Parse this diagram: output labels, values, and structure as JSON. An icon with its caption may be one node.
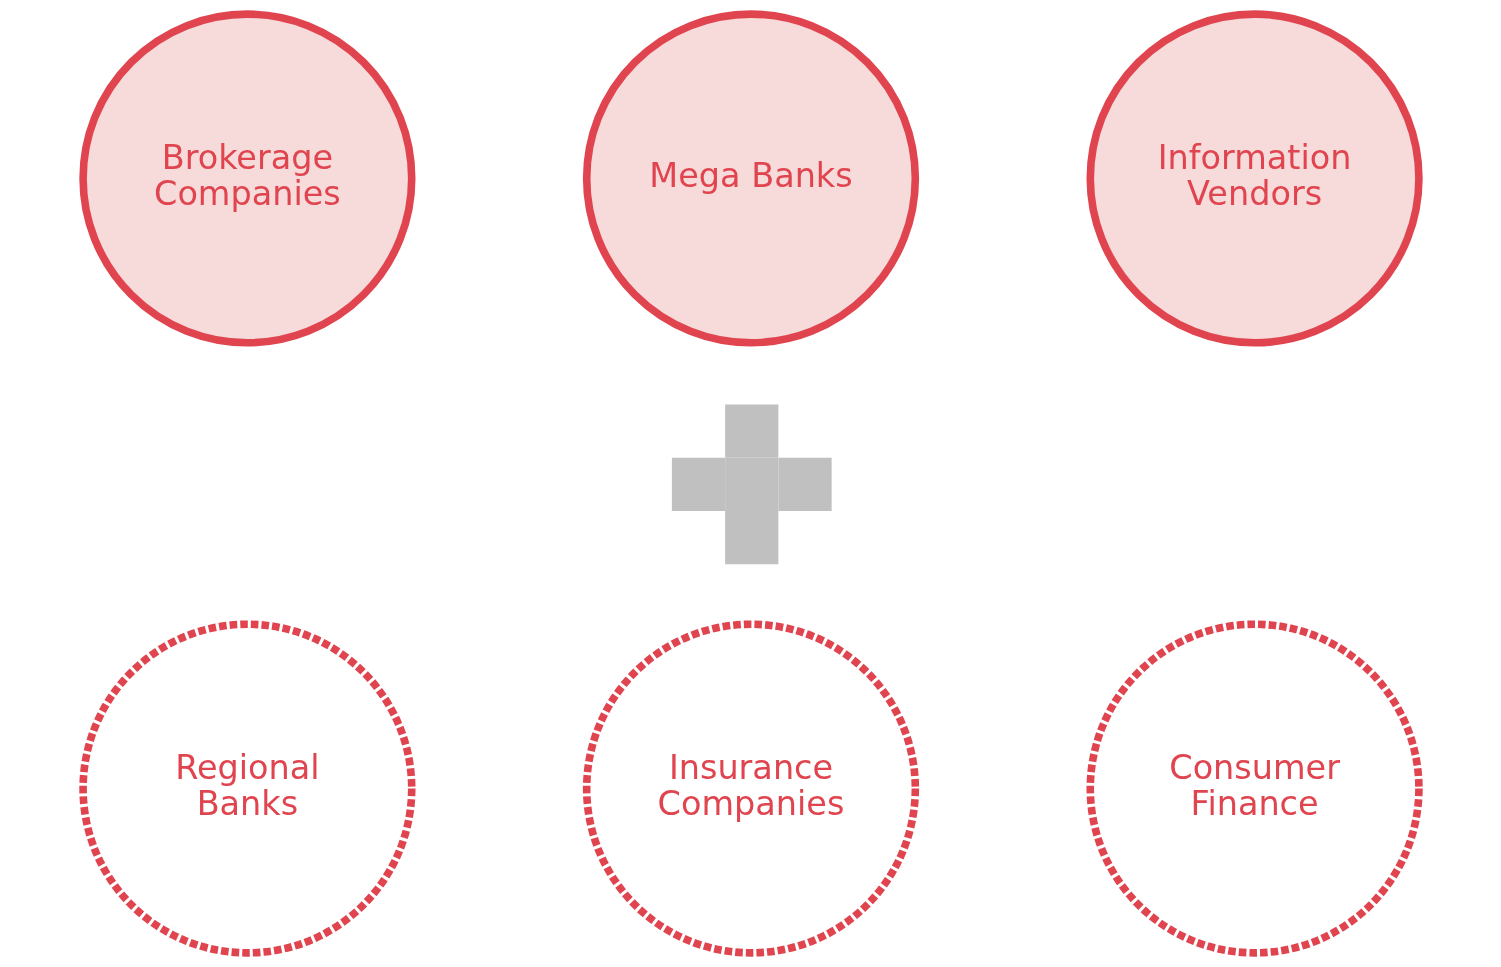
{
  "diagram": {
    "nodes": [
      {
        "text": [
          "Brokerage Companies"
        ]
      },
      {
        "text": [
          "Mega Banks"
        ]
      },
      {
        "text": [
          "Information Vendors"
        ]
      },
      {
        "text": [],
        "shape": "plus"
      },
      {
        "text": [
          "Regional Banks"
        ]
      },
      {
        "text": [
          "Insurance Companies"
        ]
      },
      {
        "text": [
          "Consumer Finance"
        ]
      }
    ]
  }
}
